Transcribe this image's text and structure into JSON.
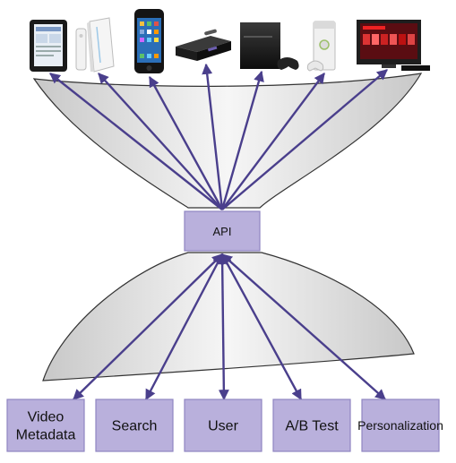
{
  "diagram": {
    "center_label": "API",
    "devices": [
      {
        "name": "tablet-device"
      },
      {
        "name": "wii-console-device"
      },
      {
        "name": "smartphone-device"
      },
      {
        "name": "streaming-box-device"
      },
      {
        "name": "ps3-console-device"
      },
      {
        "name": "xbox-console-device"
      },
      {
        "name": "smart-tv-device"
      }
    ],
    "services": [
      {
        "name": "video-metadata-box",
        "lines": [
          "Video",
          "Metadata"
        ]
      },
      {
        "name": "search-box",
        "lines": [
          "Search"
        ]
      },
      {
        "name": "user-box",
        "lines": [
          "User"
        ]
      },
      {
        "name": "ab-test-box",
        "lines": [
          "A/B Test"
        ]
      },
      {
        "name": "personalization-box",
        "lines": [
          "Personalization"
        ]
      }
    ],
    "colors": {
      "arrow": "#4a3f8c",
      "box_fill": "#b9b0dc",
      "box_stroke": "#8f86c2",
      "funnel_fill_light": "#f4f4f4",
      "funnel_fill_dark": "#cfcfcf",
      "funnel_stroke": "#333333"
    }
  }
}
